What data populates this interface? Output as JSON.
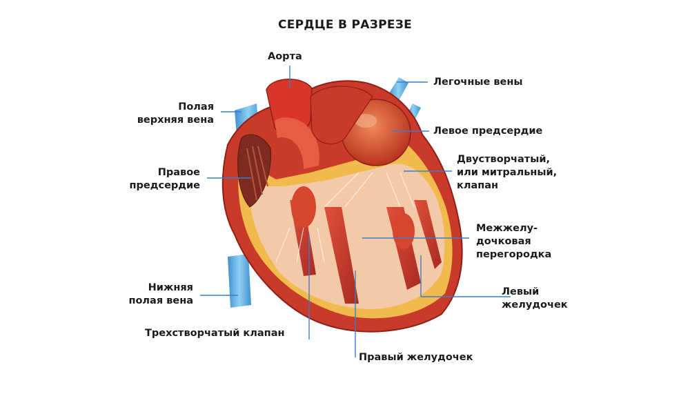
{
  "title": "СЕРДЦЕ В РАЗРЕЗЕ",
  "labels": {
    "aorta": "Аорта",
    "pulmonary_veins": "Легочные вены",
    "superior_vena_cava": [
      "Полая",
      "верхняя вена"
    ],
    "left_atrium": "Левое предсердие",
    "right_atrium": [
      "Правое",
      "предсердие"
    ],
    "mitral_valve": [
      "Двустворчатый,",
      "или митральный,",
      "клапан"
    ],
    "septum": [
      "Межжелу-",
      "дочковая",
      "перегородка"
    ],
    "inferior_vena_cava": [
      "Нижняя",
      "полая вена"
    ],
    "left_ventricle": [
      "Левый",
      "желудочек"
    ],
    "tricuspid_valve": "Трехстворчатый клапан",
    "right_ventricle": "Правый желудочек"
  },
  "colors": {
    "leader_line": "#3a7fc9",
    "vein_blue": "#5aa6dc",
    "muscle_red": "#c8322b",
    "fat_yellow": "#f2c14e",
    "inner_pink": "#f4c9a8"
  }
}
